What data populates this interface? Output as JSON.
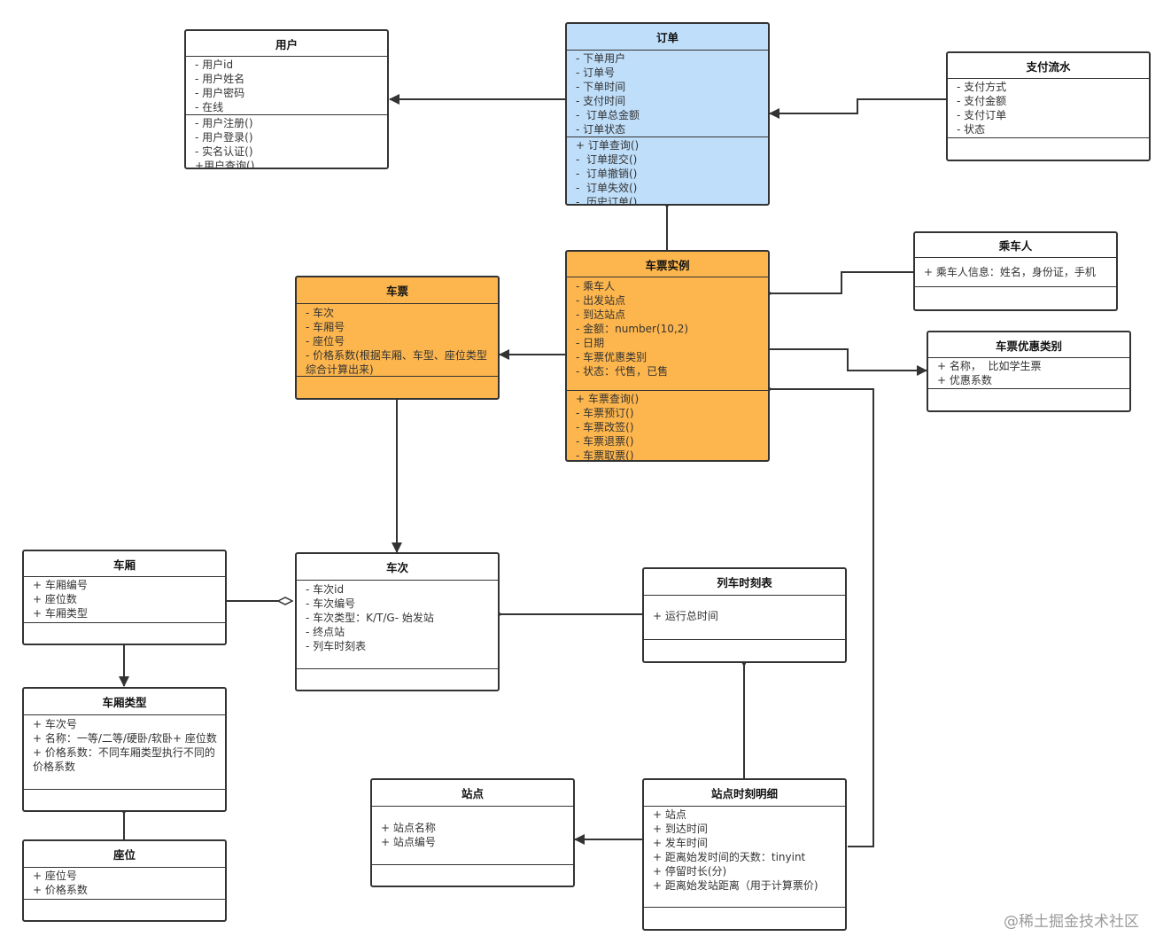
{
  "classes": {
    "user": {
      "name": "用户",
      "attributes": [
        "- 用户id",
        "- 用户姓名",
        "- 用户密码",
        "- 在线"
      ],
      "operations": [
        "- 用户注册()",
        "- 用户登录()",
        "- 实名认证()",
        "+用户查询()"
      ]
    },
    "order": {
      "name": "订单",
      "attributes": [
        "- 下单用户",
        "- 订单号",
        "- 下单时间",
        "- 支付时间",
        "-  订单总金额",
        "- 订单状态"
      ],
      "operations": [
        "+ 订单查询()",
        "-  订单提交()",
        "-  订单撤销()",
        "-  订单失效()",
        "-  历史订单()"
      ]
    },
    "payment": {
      "name": "支付流水",
      "attributes": [
        "- 支付方式",
        "- 支付金额",
        "- 支付订单",
        "- 状态"
      ],
      "operations": []
    },
    "passenger": {
      "name": "乘车人",
      "attributes": [
        "+ 乘车人信息：姓名，身份证，手机"
      ],
      "operations": []
    },
    "ticket_instance": {
      "name": "车票实例",
      "attributes": [
        "- 乘车人",
        "- 出发站点",
        "- 到达站点",
        "- 金额：number(10,2)",
        "- 日期",
        "- 车票优惠类别",
        "- 状态：代售，已售"
      ],
      "operations": [
        "+ 车票查询()",
        "- 车票预订()",
        "- 车票改签()",
        "- 车票退票()",
        "- 车票取票()"
      ]
    },
    "ticket": {
      "name": "车票",
      "attributes": [
        "- 车次",
        "- 车厢号",
        "- 座位号",
        "- 价格系数(根据车厢、车型、座位类型综合计算出来)"
      ],
      "operations": []
    },
    "discount": {
      "name": "车票优惠类别",
      "attributes": [
        "+ 名称，  比如学生票",
        "+ 优惠系数"
      ],
      "operations": []
    },
    "carriage": {
      "name": "车厢",
      "attributes": [
        "+ 车厢编号",
        "+ 座位数",
        "+ 车厢类型"
      ],
      "operations": []
    },
    "train": {
      "name": "车次",
      "attributes": [
        "- 车次id",
        "- 车次编号",
        "- 车次类型：K/T/G- 始发站",
        "- 终点站",
        "- 列车时刻表"
      ],
      "operations": []
    },
    "timetable": {
      "name": "列车时刻表",
      "attributes": [
        "+ 运行总时间"
      ],
      "operations": []
    },
    "carriage_type": {
      "name": "车厢类型",
      "attributes": [
        "+ 车次号",
        "+ 名称：一等/二等/硬卧/软卧+ 座位数",
        "+ 价格系数：不同车厢类型执行不同的价格系数"
      ],
      "operations": []
    },
    "seat": {
      "name": "座位",
      "attributes": [
        "+ 座位号",
        "+ 价格系数"
      ],
      "operations": []
    },
    "station": {
      "name": "站点",
      "attributes": [
        "+ 站点名称",
        "+ 站点编号"
      ],
      "operations": []
    },
    "station_schedule": {
      "name": "站点时刻明细",
      "attributes": [
        "+ 站点",
        "+ 到达时间",
        "+ 发车时间",
        "+ 距离始发时间的天数：tinyint",
        "+ 停留时长(分)",
        "+ 距离始发站距离（用于计算票价)"
      ],
      "operations": []
    }
  },
  "colors": {
    "order_fill": "#bfdefa",
    "ticket_fill": "#fdb64d",
    "border": "#333333",
    "watermark": "#9a9a9a"
  },
  "watermark": "@稀土掘金技术社区"
}
